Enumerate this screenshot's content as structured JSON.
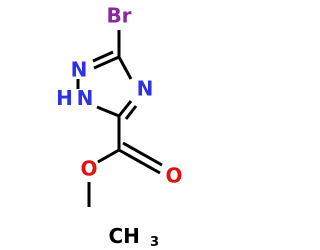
{
  "molecule": {
    "atoms": {
      "bromine": "Br",
      "n_top_left": "N",
      "n_right": "N",
      "nh": {
        "h": "H",
        "n": "N"
      },
      "o_carbonyl": "O",
      "o_ester": "O",
      "methyl": {
        "main": "CH",
        "sub": "3"
      }
    },
    "colors": {
      "bond": "#000000",
      "nitrogen": "#2d32e2",
      "oxygen": "#e31212",
      "bromine": "#8a2aa0",
      "carbon": "#000000"
    }
  }
}
